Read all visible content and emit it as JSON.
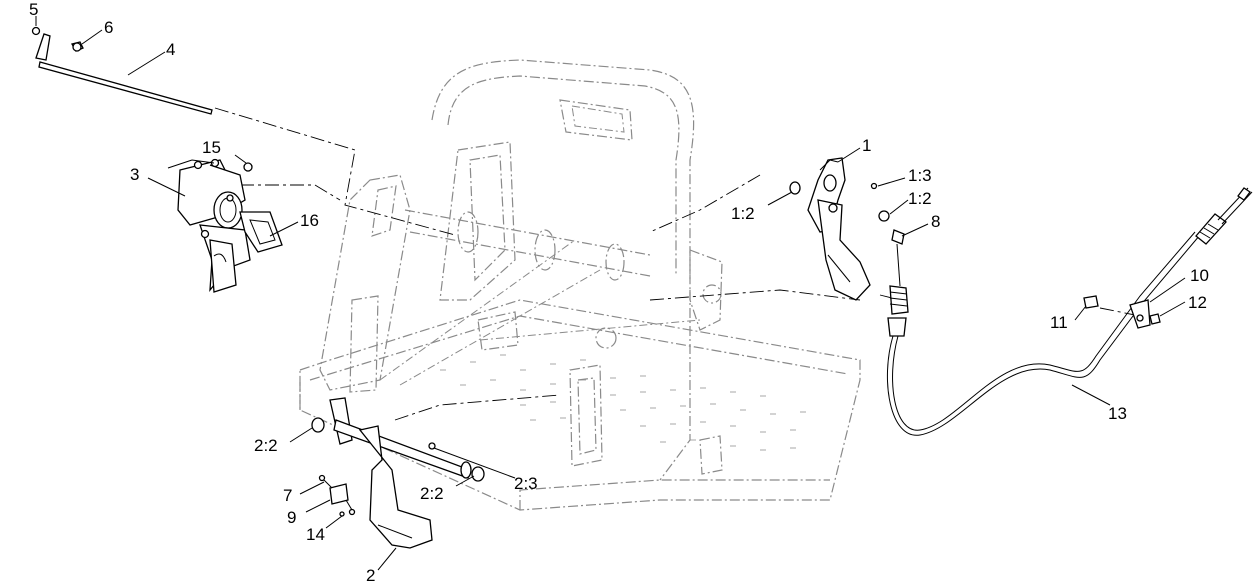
{
  "labels": {
    "l1": "1",
    "l1_2a": "1:2",
    "l1_2b": "1:2",
    "l1_3": "1:3",
    "l2": "2",
    "l2_2a": "2:2",
    "l2_2b": "2:2",
    "l2_3": "2:3",
    "l3": "3",
    "l4": "4",
    "l5": "5",
    "l6": "6",
    "l7": "7",
    "l8": "8",
    "l9": "9",
    "l10": "10",
    "l11": "11",
    "l12": "12",
    "l13": "13",
    "l14": "14",
    "l15": "15",
    "l16": "16"
  }
}
